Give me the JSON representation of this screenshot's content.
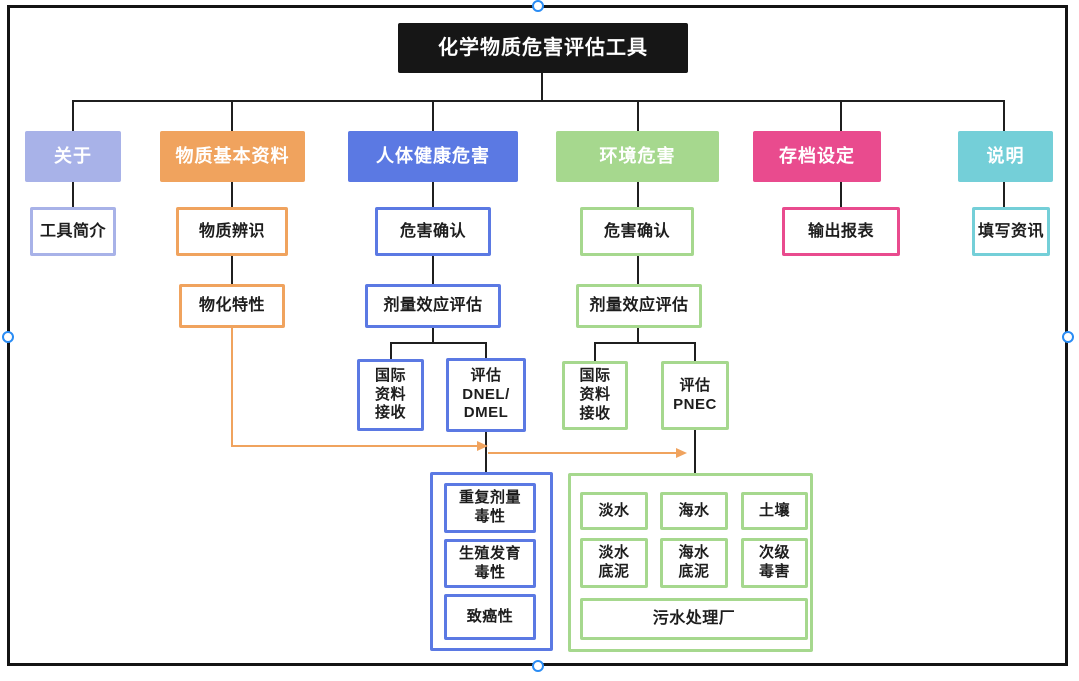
{
  "title": "化学物质危害评估工具",
  "branches": {
    "about": {
      "label": "关于",
      "intro": "工具简介"
    },
    "basic": {
      "label": "物质基本资料",
      "identify": "物质辨识",
      "physchem": "物化特性"
    },
    "health": {
      "label": "人体健康危害",
      "hazard_confirm": "危害确认",
      "dose_response": "剂量效应评估",
      "intl_data": "国际\n资料\n接收",
      "assess": "评估\nDNEL/\nDMEL",
      "toxicity": {
        "repeated": "重复剂量\n毒性",
        "reproductive": "生殖发育\n毒性",
        "carcinogenic": "致癌性"
      }
    },
    "env": {
      "label": "环境危害",
      "hazard_confirm": "危害确认",
      "dose_response": "剂量效应评估",
      "intl_data": "国际\n资料\n接收",
      "assess": "评估\nPNEC",
      "compartments": {
        "freshwater": "淡水",
        "seawater": "海水",
        "soil": "土壤",
        "freshwater_sediment": "淡水\n底泥",
        "seawater_sediment": "海水\n底泥",
        "secondary_poisoning": "次级\n毒害",
        "wwtp": "污水处理厂"
      }
    },
    "archive": {
      "label": "存档设定",
      "report": "输出报表"
    },
    "help": {
      "label": "说明",
      "fill_info": "填写资讯"
    }
  },
  "colors": {
    "about": "#a8b2e8",
    "basic": "#f0a35e",
    "health": "#5b79e3",
    "env": "#a6d88e",
    "archive": "#e94b8e",
    "help": "#74cfd8",
    "title_bg": "#161616",
    "connector": "#1f1f1f",
    "flow_arrow": "#f0a35e",
    "handle": "#2a8cf4"
  }
}
